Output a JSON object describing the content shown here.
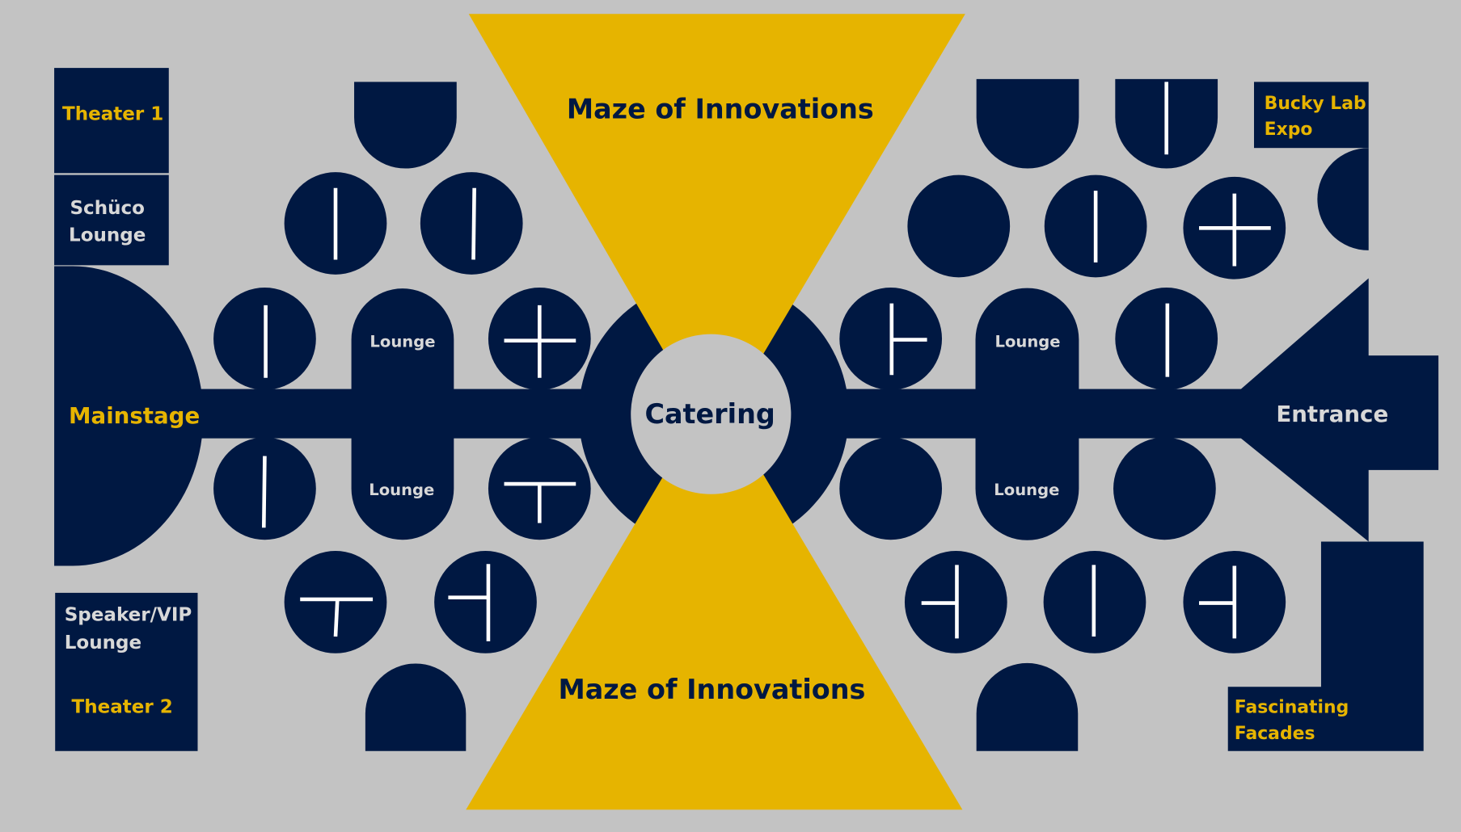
{
  "colors": {
    "background": "#c3c3c3",
    "navy": "#001842",
    "gold": "#e6b400",
    "light_text": "#d8d8d8"
  },
  "areas": {
    "maze_top": "Maze of Innovations",
    "maze_bottom": "Maze of Innovations",
    "catering": "Catering",
    "mainstage": "Mainstage",
    "theater1": "Theater 1",
    "schueco_line1": "Schüco",
    "schueco_line2": "Lounge",
    "speaker_line1": "Speaker/VIP",
    "speaker_line2": "Lounge",
    "theater2": "Theater 2",
    "bucky_line1": "Bucky Lab",
    "bucky_line2": "Expo",
    "entrance": "Entrance",
    "facades_line1": "Fascinating",
    "facades_line2": "Facades",
    "lounge_left_top": "Lounge",
    "lounge_left_bottom": "Lounge",
    "lounge_right_top": "Lounge",
    "lounge_right_bottom": "Lounge"
  }
}
